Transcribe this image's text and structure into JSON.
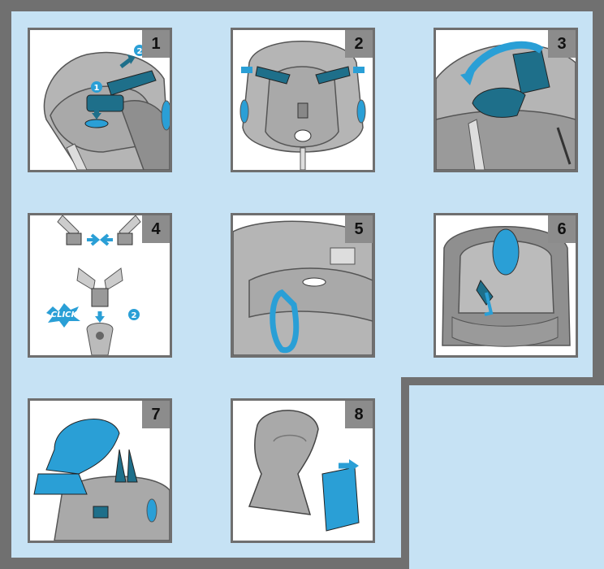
{
  "colors": {
    "background": "#c6e2f4",
    "frame": "#707070",
    "step_box": "#8c8c8c",
    "seat_gray": "#a9a9a9",
    "accent_blue": "#2a9fd6",
    "dark_teal": "#1e6f8a"
  },
  "steps": [
    {
      "number": "1",
      "badge_1": "1",
      "badge_2": "2"
    },
    {
      "number": "2"
    },
    {
      "number": "3"
    },
    {
      "number": "4",
      "click_text": "CLICK",
      "badge_2": "2"
    },
    {
      "number": "5"
    },
    {
      "number": "6"
    },
    {
      "number": "7"
    },
    {
      "number": "8"
    }
  ]
}
